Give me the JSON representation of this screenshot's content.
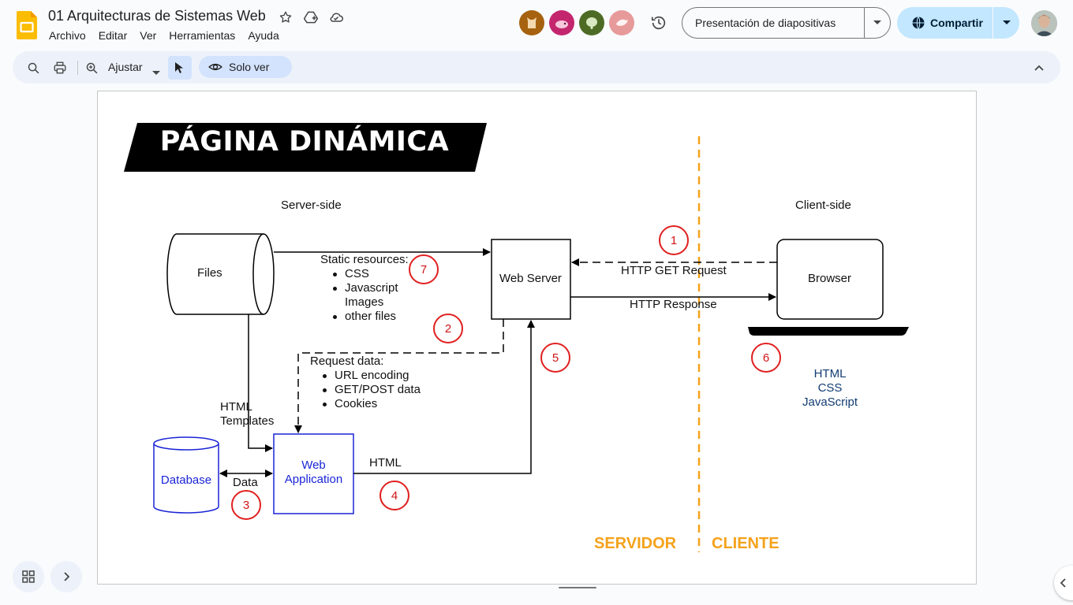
{
  "app": {
    "doc_title": "01 Arquitecturas de Sistemas Web",
    "menu": [
      "Archivo",
      "Editar",
      "Ver",
      "Herramientas",
      "Ayuda"
    ],
    "present_label": "Presentación de diapositivas",
    "share_label": "Compartir",
    "collaborators": [
      {
        "icon": "cat-avatar-icon",
        "color": "#a6620f"
      },
      {
        "icon": "hedgehog-avatar-icon",
        "color": "#c4266e"
      },
      {
        "icon": "elephant-avatar-icon",
        "color": "#4e6b25"
      },
      {
        "icon": "bird-avatar-icon",
        "color": "#e79a9a"
      }
    ]
  },
  "toolbar": {
    "zoom_label": "Ajustar",
    "view_mode_label": "Solo ver"
  },
  "slide": {
    "title": "PÁGINA DINÁMICA",
    "server_side_label": "Server-side",
    "client_side_label": "Client-side",
    "files_label": "Files",
    "web_server_label": "Web Server",
    "browser_label": "Browser",
    "database_label": "Database",
    "web_app_label_1": "Web",
    "web_app_label_2": "Application",
    "static_resources_title": "Static resources:",
    "static_resources_items": [
      "CSS",
      "Javascript",
      "Images",
      "other files"
    ],
    "request_data_title": "Request data:",
    "request_data_items": [
      "URL encoding",
      "GET/POST data",
      "Cookies"
    ],
    "http_get_label": "HTTP GET Request",
    "http_response_label": "HTTP Response",
    "html_templates_1": "HTML",
    "html_templates_2": "Templates",
    "html_label": "HTML",
    "data_label": "Data",
    "client_tech": [
      "HTML",
      "CSS",
      "JavaScript"
    ],
    "servidor_label": "SERVIDOR",
    "cliente_label": "CLIENTE",
    "step_numbers": [
      "1",
      "2",
      "3",
      "4",
      "5",
      "6",
      "7"
    ],
    "colors": {
      "orange": "#f5a21b",
      "red": "#e02020",
      "blue": "#1a24d6",
      "navy": "#123d73"
    }
  }
}
